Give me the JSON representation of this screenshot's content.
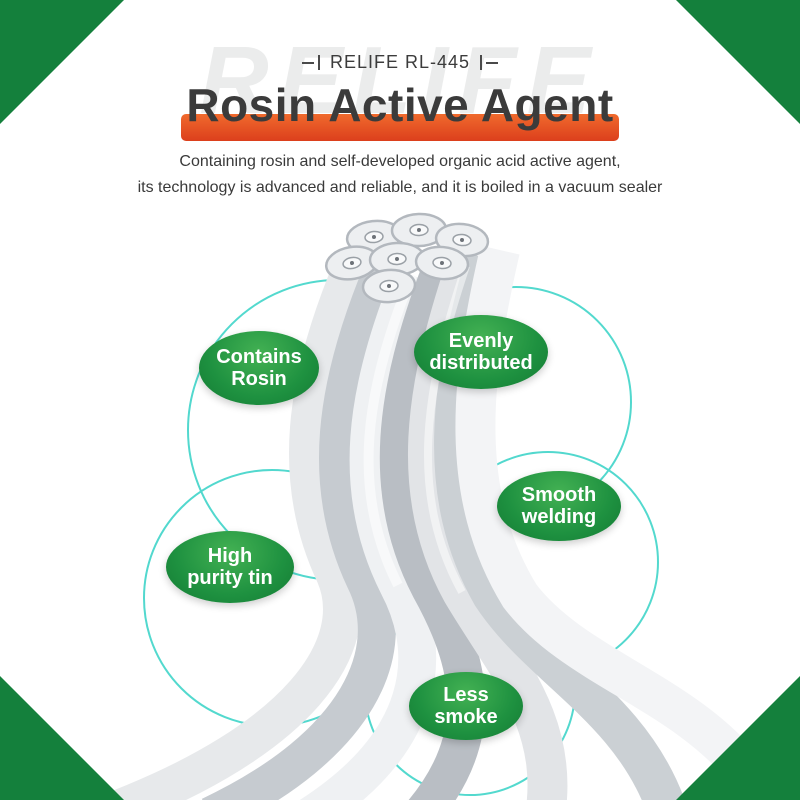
{
  "watermark": "RELIFE",
  "header": {
    "model_badge": "RELIFE RL-445",
    "title": "Rosin Active Agent",
    "subtitle_line1": "Containing rosin and self-developed organic acid active agent,",
    "subtitle_line2": "its technology is advanced and reliable, and it is boiled in a vacuum sealer"
  },
  "feature_badges": [
    {
      "line1": "Contains",
      "line2": "Rosin"
    },
    {
      "line1": "Evenly",
      "line2": "distributed"
    },
    {
      "line1": "Smooth",
      "line2": "welding"
    },
    {
      "line1": "High",
      "line2": "purity tin"
    },
    {
      "line1": "Less",
      "line2": "smoke"
    }
  ],
  "illustration": {
    "subject": "7-strand solder wire with rosin flux cores"
  },
  "colors": {
    "corner_green": "#14803c",
    "badge_green": "#1e9140",
    "title_bar_orange": "#e8511f",
    "arc_teal": "#35d2c6",
    "wire_gray": "#c6cbd0"
  }
}
